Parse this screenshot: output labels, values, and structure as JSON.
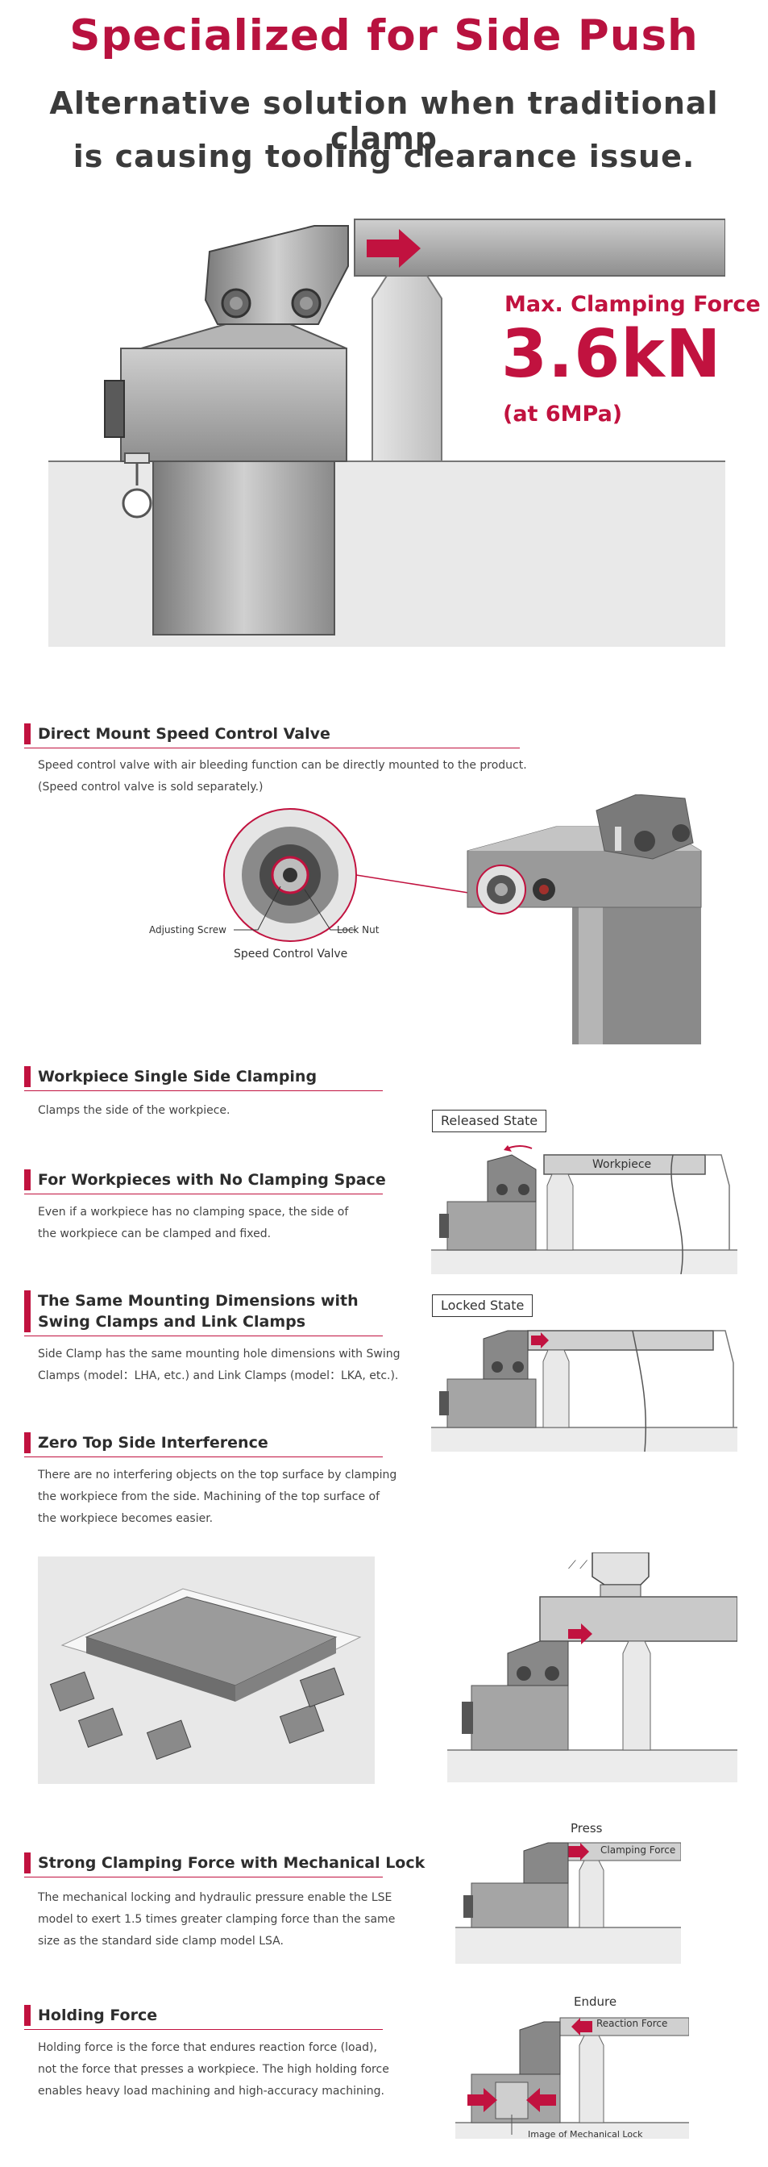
{
  "hero": {
    "title": "Specialized for Side Push",
    "subtitle_line1": "Alternative solution when traditional clamp",
    "subtitle_line2": "is causing tooling clearance issue.",
    "force_label": "Max. Clamping Force",
    "force_value": "3.6kN",
    "force_note": "(at 6MPa)"
  },
  "sections": {
    "speed_valve": {
      "heading": "Direct Mount Speed Control Valve",
      "body_line1": "Speed control valve with air bleeding function can be directly mounted to the product.",
      "body_line2": "(Speed control valve is sold separately.)",
      "label_adjusting": "Adjusting Screw",
      "label_locknut": "Lock Nut",
      "label_valve": "Speed Control Valve"
    },
    "single_side": {
      "heading": "Workpiece Single Side Clamping",
      "body_line1": "Clamps the side of the workpiece."
    },
    "no_space": {
      "heading": "For Workpieces with No Clamping Space",
      "body_line1": "Even if a workpiece has no clamping space, the side of",
      "body_line2": "the workpiece can be clamped and fixed."
    },
    "same_mount": {
      "heading_line1": "The Same Mounting Dimensions with",
      "heading_line2": "Swing Clamps and Link Clamps",
      "body_line1": "Side Clamp has the same mounting hole dimensions with Swing",
      "body_line2": "Clamps (model：LHA, etc.) and Link Clamps (model：LKA, etc.)."
    },
    "zero_top": {
      "heading": "Zero Top Side Interference",
      "body_line1": "There are no interfering objects on the top surface by clamping",
      "body_line2": "the workpiece from the side. Machining of the top surface of",
      "body_line3": "the workpiece becomes easier."
    },
    "strong_force": {
      "heading": "Strong Clamping Force with Mechanical Lock",
      "body_line1": "The mechanical locking and hydraulic pressure enable the LSE",
      "body_line2": "model to exert 1.5 times greater clamping force than the same",
      "body_line3": "size as the standard side clamp model LSA.",
      "label_press": "Press",
      "label_clamping_force": "Clamping Force"
    },
    "holding_force": {
      "heading": "Holding Force",
      "body_line1": "Holding force is the force that endures reaction force (load),",
      "body_line2": "not the force that presses a workpiece. The high holding force",
      "body_line3": "enables heavy load machining and high-accuracy machining.",
      "label_endure": "Endure",
      "label_reaction_force": "Reaction Force",
      "label_mech_lock": "Image of Mechanical Lock"
    }
  },
  "states": {
    "released": "Released State",
    "workpiece": "Workpiece",
    "locked": "Locked State"
  },
  "colors": {
    "accent": "#c1123f",
    "metal": "#9a9a9a",
    "dark_metal": "#5a5a5a",
    "light_metal": "#d9d9d9"
  },
  "icons": [
    "clamp-illustration",
    "arrow-right-icon",
    "arrow-left-icon",
    "speed-valve-photo",
    "magnifier-circle"
  ]
}
